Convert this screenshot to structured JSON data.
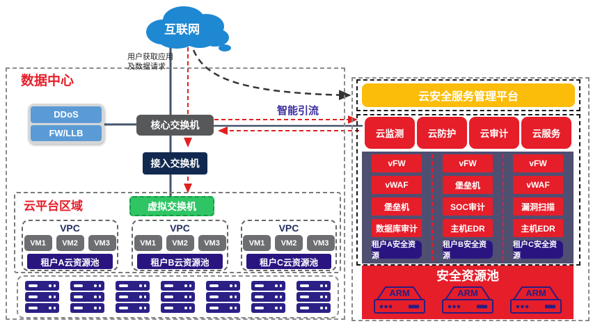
{
  "internet": {
    "label": "互联网",
    "request_line1": "用户获取应用",
    "request_line2": "及数据请求"
  },
  "labels": {
    "diversion": "智能引流"
  },
  "data_center": {
    "title": "数据中心",
    "ddos": "DDoS",
    "fw": "FW/LLB",
    "core_switch": "核心交换机",
    "access_switch": "接入交换机"
  },
  "cloud_platform": {
    "title": "云平台区域",
    "virtual_switch": "虚拟交换机",
    "vpcs": [
      {
        "title": "VPC",
        "vms": [
          "VM1",
          "VM2",
          "VM3"
        ],
        "pool": "租户A云资源池"
      },
      {
        "title": "VPC",
        "vms": [
          "VM1",
          "VM2",
          "VM3"
        ],
        "pool": "租户B云资源池"
      },
      {
        "title": "VPC",
        "vms": [
          "VM1",
          "VM2",
          "VM3"
        ],
        "pool": "租户C云资源池"
      }
    ]
  },
  "security": {
    "platform_title": "云安全服务管理平台",
    "services": [
      "云监测",
      "云防护",
      "云审计",
      "云服务"
    ],
    "columns": [
      {
        "items": [
          "vFW",
          "vWAF",
          "堡垒机",
          "数据库审计"
        ],
        "pool": "租户A安全资源"
      },
      {
        "items": [
          "vFW",
          "堡垒机",
          "SOC审计",
          "主机EDR"
        ],
        "pool": "租户B安全资源"
      },
      {
        "items": [
          "vFW",
          "vWAF",
          "漏洞扫描",
          "主机EDR"
        ],
        "pool": "租户C安全资源"
      }
    ],
    "pool": {
      "title": "安全资源池",
      "arm": [
        "ARM",
        "ARM",
        "ARM"
      ]
    }
  },
  "colors": {
    "red": "#e51e2a",
    "yellow": "#fbbd0a",
    "cloud_blue": "#1e88d2",
    "light_blue": "#5b9bd5",
    "navy": "#12294f",
    "indigo": "#2a1580",
    "panel": "#4f4f72",
    "green": "#2fc564",
    "switch_gray": "#57585a",
    "diversion_text": "#3c2e9e"
  }
}
